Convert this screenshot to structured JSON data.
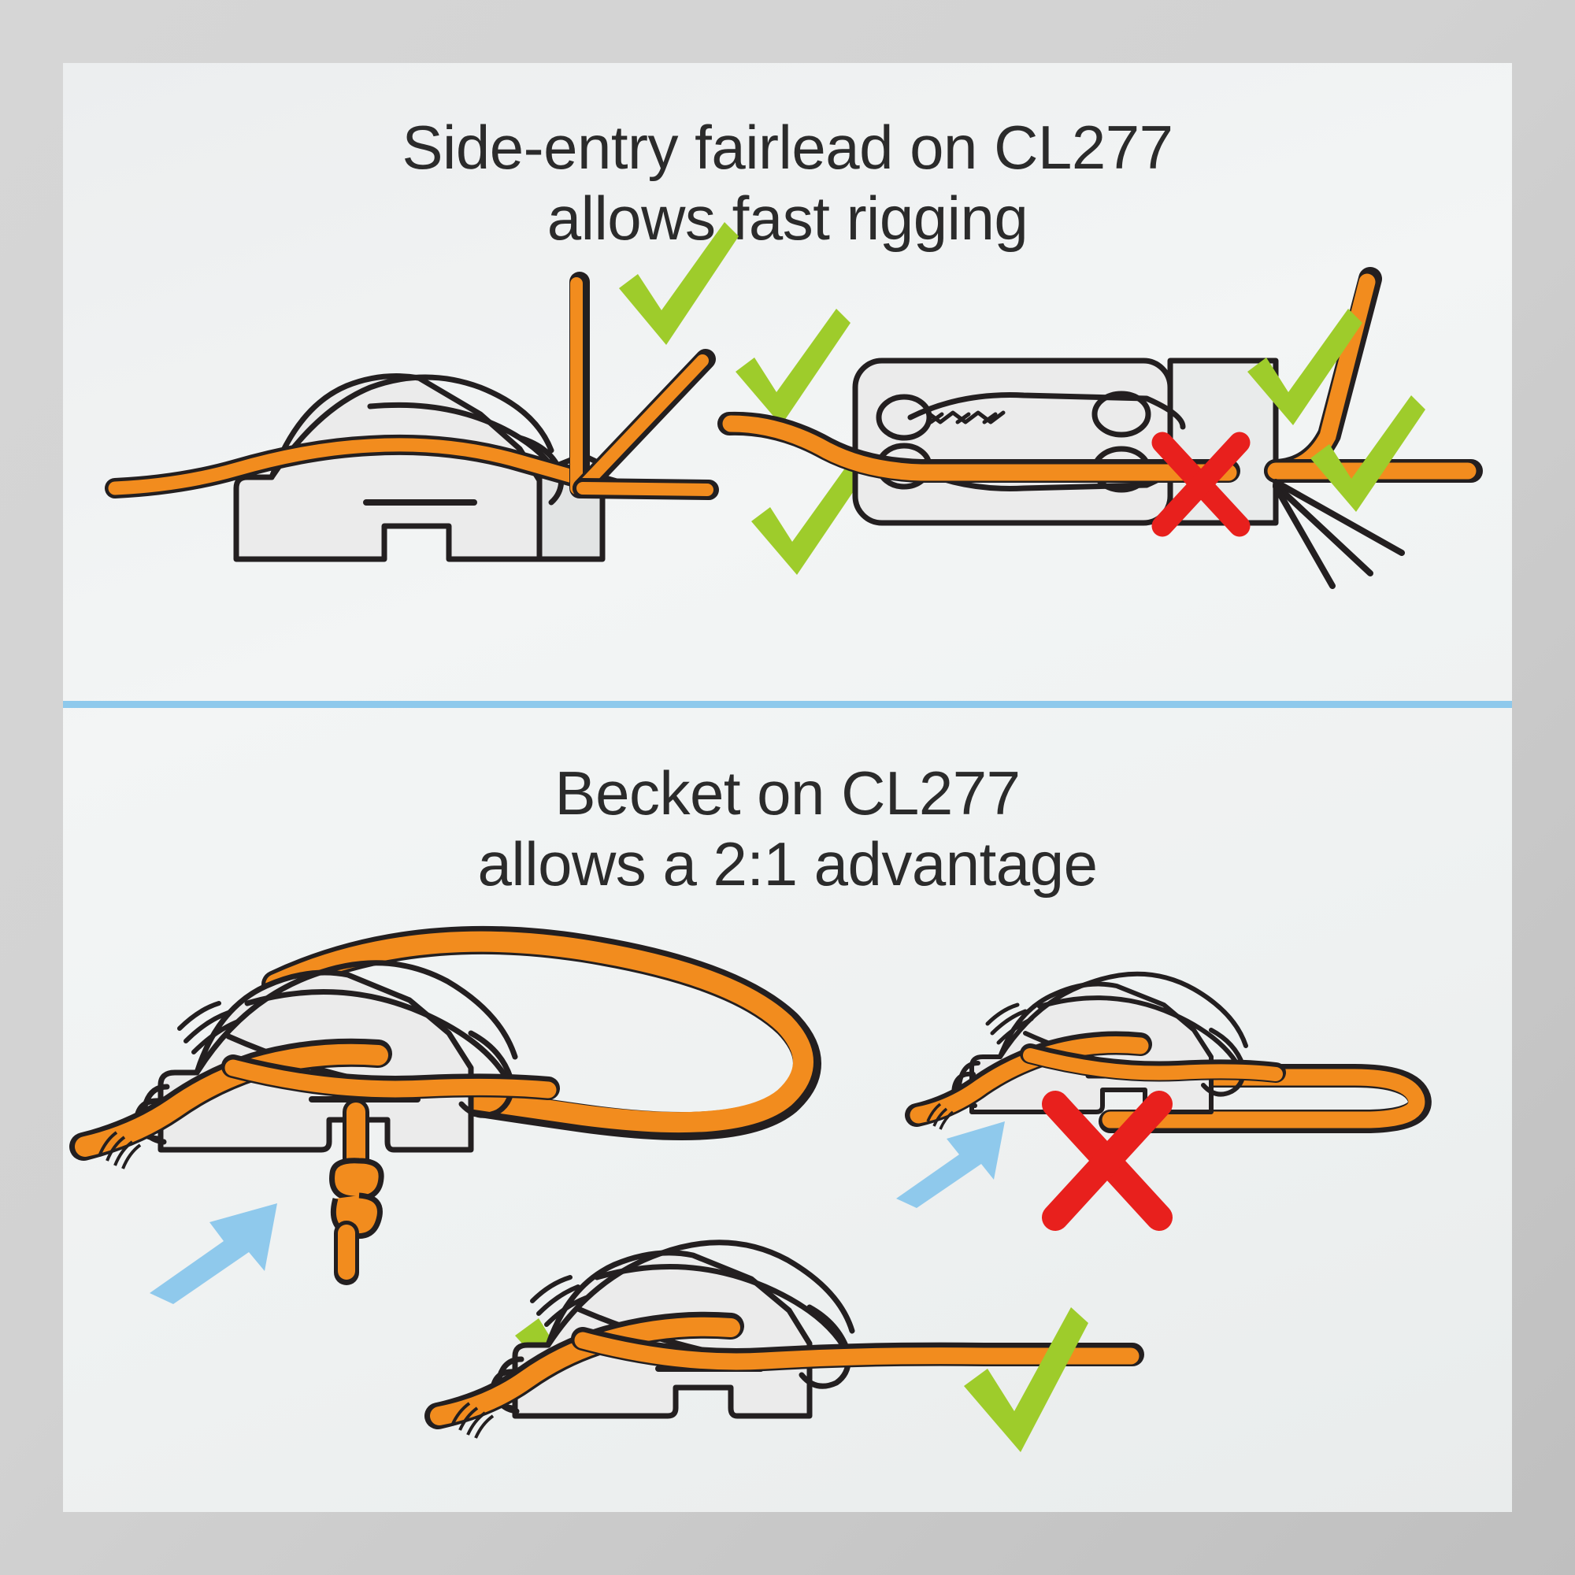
{
  "figure": {
    "background_color": "#d2d2d2",
    "card_color": "#eceeef",
    "divider_color": "#8ec9ec"
  },
  "palette": {
    "rope_orange": "#f28c1e",
    "outline_black": "#231f20",
    "check_green": "#9ecc2b",
    "cross_red": "#e8201d",
    "arrow_blue": "#8fc9ec",
    "cleat_body": "#ebebeb",
    "cleat_body_shade": "#e2e4e4"
  },
  "panels": [
    {
      "id": "top",
      "heading_line1": "Side-entry fairlead on CL277",
      "heading_line2": "allows fast rigging",
      "marks": [
        {
          "type": "check",
          "name": "check-top-vertical",
          "note": "rope entering vertically from above"
        },
        {
          "type": "check",
          "name": "check-top-diagonal",
          "note": "rope entering at an angle"
        },
        {
          "type": "check",
          "name": "check-top-horizontal",
          "note": "rope entering horizontally"
        },
        {
          "type": "check",
          "name": "check-plan-upper",
          "note": "plan view rope exits upward"
        },
        {
          "type": "cross",
          "name": "cross-plan-lower",
          "note": "plan view rope must not exit downward"
        }
      ]
    },
    {
      "id": "bottom",
      "heading_line1": "Becket on CL277",
      "heading_line2": "allows a 2:1 advantage",
      "marks": [
        {
          "type": "check",
          "name": "check-becket-correct",
          "note": "rope knotted through the becket"
        },
        {
          "type": "cross",
          "name": "cross-becket-missing",
          "note": "rope not secured to the becket"
        },
        {
          "type": "check",
          "name": "check-single-part",
          "note": "single part led straight through"
        }
      ],
      "arrows": [
        {
          "name": "arrow-becket-left",
          "color": "#8fc9ec",
          "note": "points at becket with knot"
        },
        {
          "name": "arrow-becket-right",
          "color": "#8fc9ec",
          "note": "points at empty becket"
        }
      ]
    }
  ]
}
